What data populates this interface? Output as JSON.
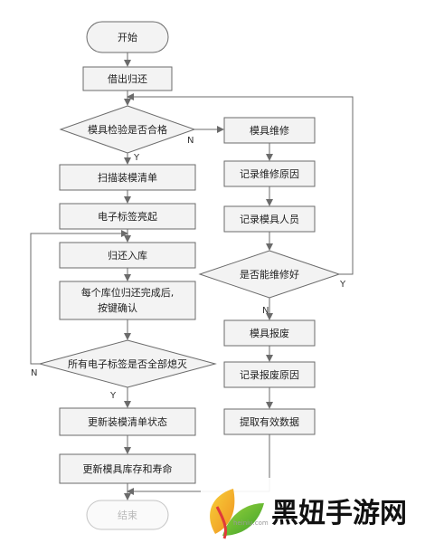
{
  "nodes": {
    "start": "开始",
    "borrow_return": "借出归还",
    "inspect_ok": "模具检验是否合格",
    "scan_list": "扫描装模清单",
    "tag_light": "电子标签亮起",
    "return_store": "归还入库",
    "confirm_line1": "每个库位归还完成后,",
    "confirm_line2": "按键确认",
    "all_tags_off": "所有电子标签是否全部熄灭",
    "update_list": "更新装模清单状态",
    "update_stock": "更新模具库存和寿命",
    "end": "结束",
    "repair": "模具维修",
    "record_reason": "记录维修原因",
    "record_person": "记录模具人员",
    "can_repair": "是否能维修好",
    "scrap": "模具报废",
    "record_scrap": "记录报废原因",
    "extract_data": "提取有效数据"
  },
  "branch_labels": {
    "inspect_yes": "Y",
    "inspect_no": "N",
    "tags_yes": "Y",
    "tags_no": "N",
    "repair_yes": "Y",
    "repair_no": "N"
  },
  "watermark": {
    "text": "黑妞手游网",
    "url": "heiniu.com"
  }
}
